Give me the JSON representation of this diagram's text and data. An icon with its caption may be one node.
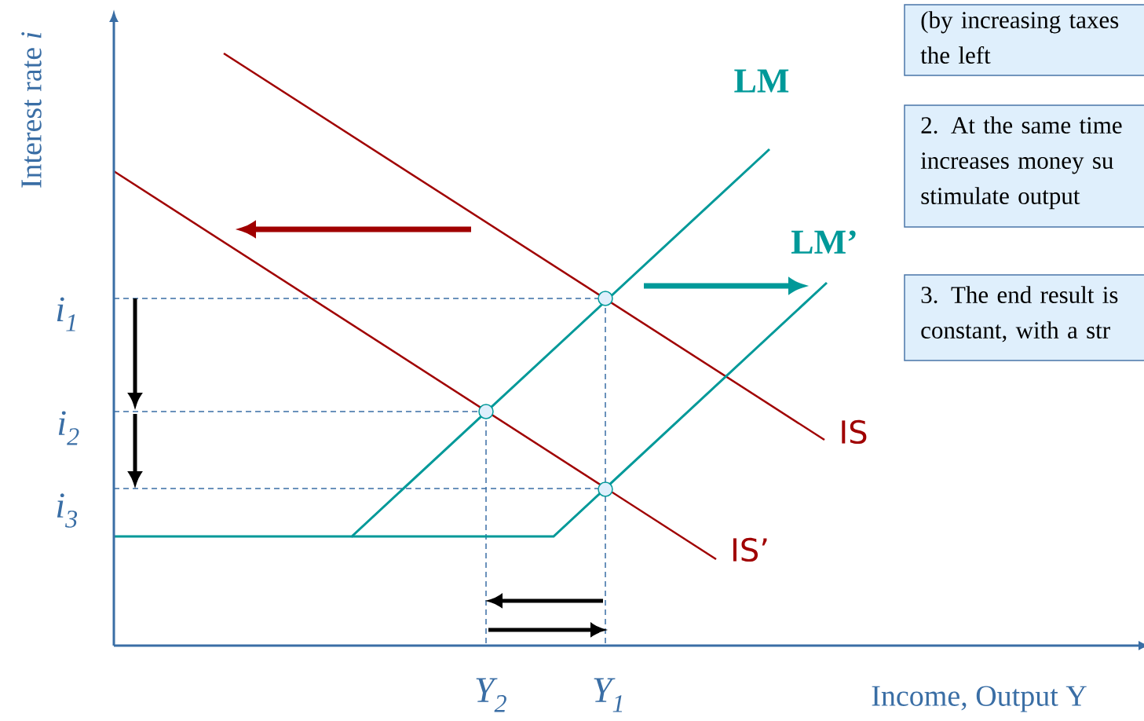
{
  "diagram": {
    "nodes": [
      {
        "text": [
          "(by increasing taxes the left"
        ]
      },
      {
        "text": [
          "2. At the same time increases money su stimulate output"
        ]
      },
      {
        "text": [
          "3. The end result is constant, with a str"
        ]
      }
    ],
    "labels": [
      "Interest rate *i*",
      "LM",
      "LM’",
      "IS",
      "IS’",
      "i$_{1}$",
      "i$_{2}$",
      "i$_{3}$",
      "Y$_{2}$",
      "Y$_{1}$",
      "Income, Output Y"
    ]
  }
}
